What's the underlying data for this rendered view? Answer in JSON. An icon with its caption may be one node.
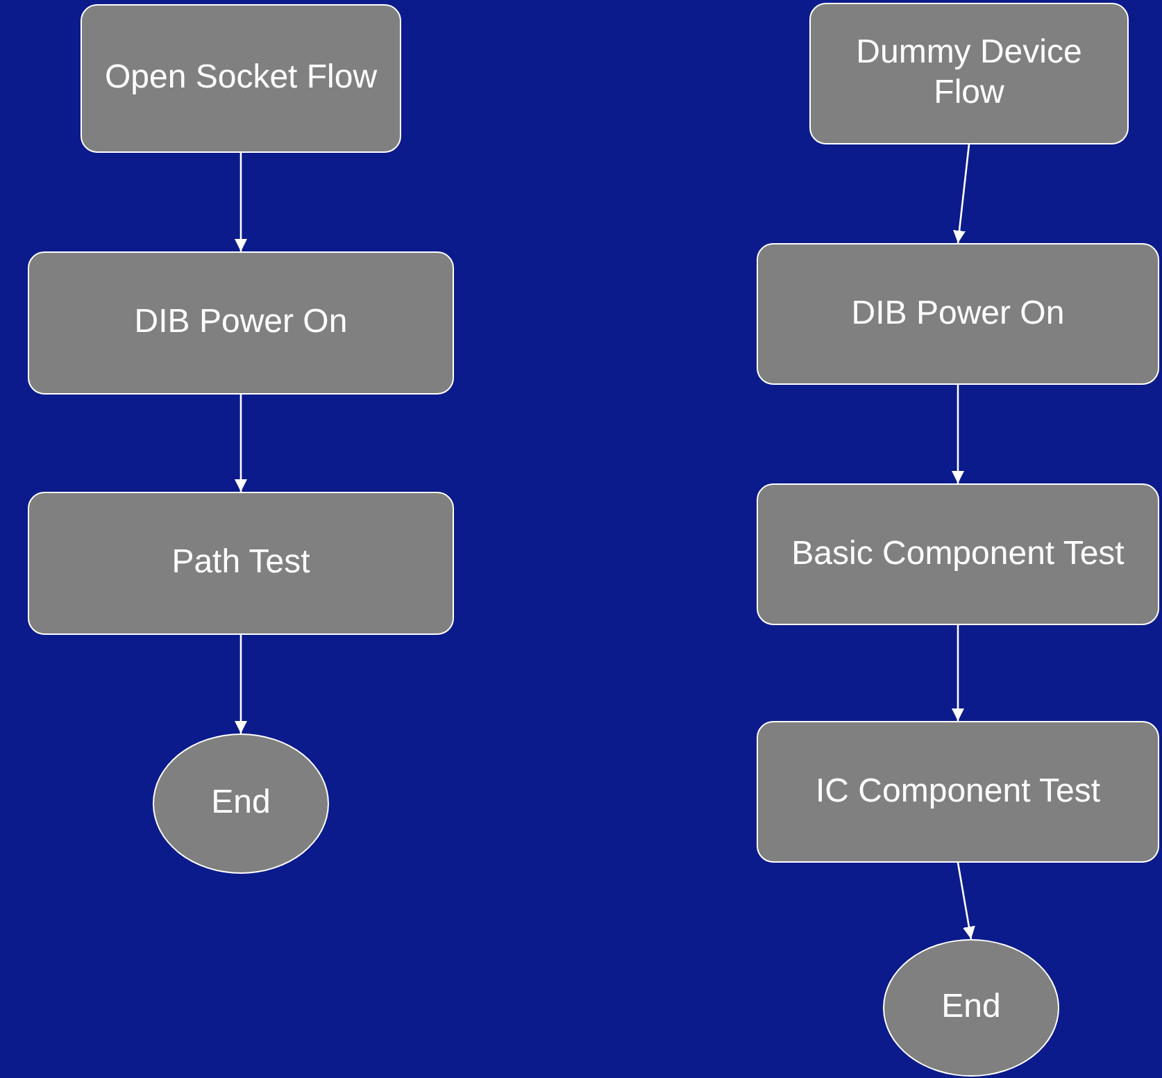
{
  "diagram": {
    "nodes": [
      {
        "text": [
          "Open Socket Flow"
        ]
      },
      {
        "text": [
          "DIB Power On"
        ]
      },
      {
        "text": [
          "Path Test"
        ]
      },
      {
        "text": [
          "End"
        ]
      },
      {
        "text": [
          "Dummy Device Flow"
        ]
      },
      {
        "text": [
          "DIB Power On"
        ]
      },
      {
        "text": [
          "Basic Component Test"
        ]
      },
      {
        "text": [
          "IC Component Test"
        ]
      },
      {
        "text": [
          "End"
        ]
      }
    ],
    "edges": [
      {
        "from": 0,
        "to": 1,
        "arrow": "to"
      },
      {
        "from": 1,
        "to": 2,
        "arrow": "to"
      },
      {
        "from": 2,
        "to": 3,
        "arrow": "to"
      },
      {
        "from": 4,
        "to": 5,
        "arrow": "to"
      },
      {
        "from": 5,
        "to": 6,
        "arrow": "to"
      },
      {
        "from": 6,
        "to": 7,
        "arrow": "to"
      },
      {
        "from": 7,
        "to": 8,
        "arrow": "to"
      }
    ]
  }
}
